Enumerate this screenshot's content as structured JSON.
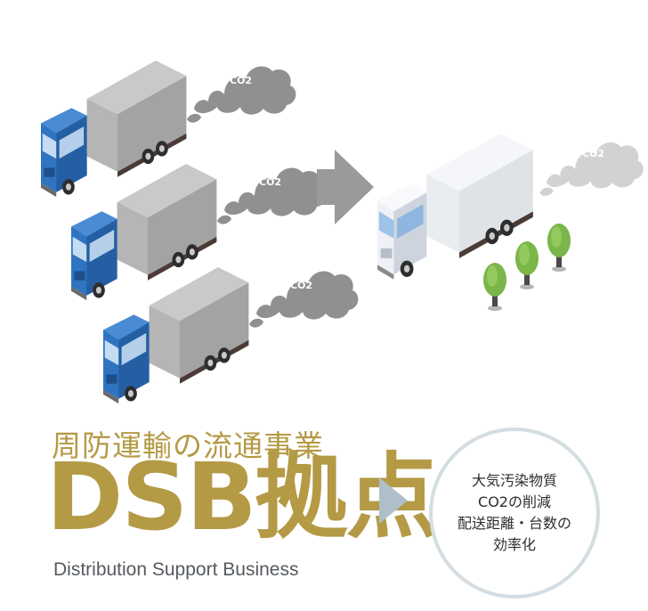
{
  "heading": {
    "subtitle": "周防運輸の流通事業",
    "title": "DSB拠点",
    "caption": "Distribution Support Business"
  },
  "benefits": {
    "lines": [
      "大気汚染物質",
      "CO2の削減",
      "配送距離・台数の",
      "効率化"
    ]
  },
  "co2_label": "CO2",
  "colors": {
    "gold": "#b49a45",
    "truck_blue": "#2f74c0",
    "truck_white": "#eef1f5",
    "cargo_gray": "#a3a3a3",
    "smoke": "#8f9092",
    "arrow": "#9a9a9a",
    "tree": "#7ab648",
    "circle_border": "#d4dde2"
  },
  "icons": [
    "truck-icon",
    "smoke-cloud-icon",
    "arrow-right-icon",
    "tree-icon"
  ]
}
